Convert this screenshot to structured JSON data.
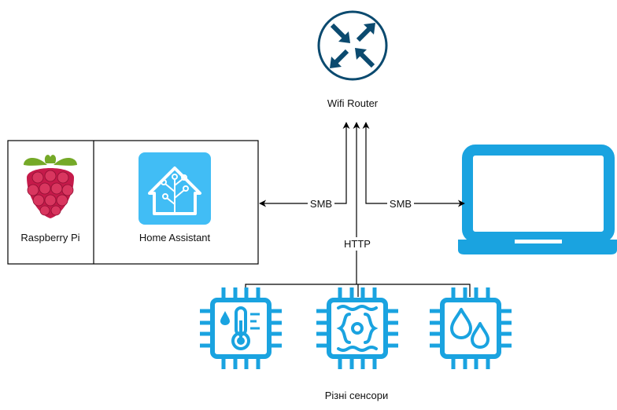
{
  "router": {
    "label": "Wifi Router",
    "icon": "router-icon"
  },
  "server_box": {
    "raspberry_label": "Raspberry Pi",
    "raspberry_icon": "raspberry-pi-icon",
    "home_assistant_label": "Home Assistant",
    "home_assistant_icon": "home-assistant-icon"
  },
  "laptop": {
    "icon": "laptop-icon"
  },
  "connections": {
    "smb_left": "SMB",
    "smb_right": "SMB",
    "http": "HTTP"
  },
  "sensors": {
    "label": "Різні сенсори",
    "items": [
      {
        "icon": "temperature-sensor-icon"
      },
      {
        "icon": "signal-sensor-icon"
      },
      {
        "icon": "humidity-sensor-icon"
      }
    ]
  },
  "colors": {
    "router_circle": "#0b4a6f",
    "router_arrows": "#0b4a6f",
    "accent_blue": "#1aa3e0",
    "home_assistant_bg": "#41bdf5",
    "raspberry_red": "#c51a4a",
    "raspberry_leaf": "#75a928",
    "line": "#000000"
  }
}
